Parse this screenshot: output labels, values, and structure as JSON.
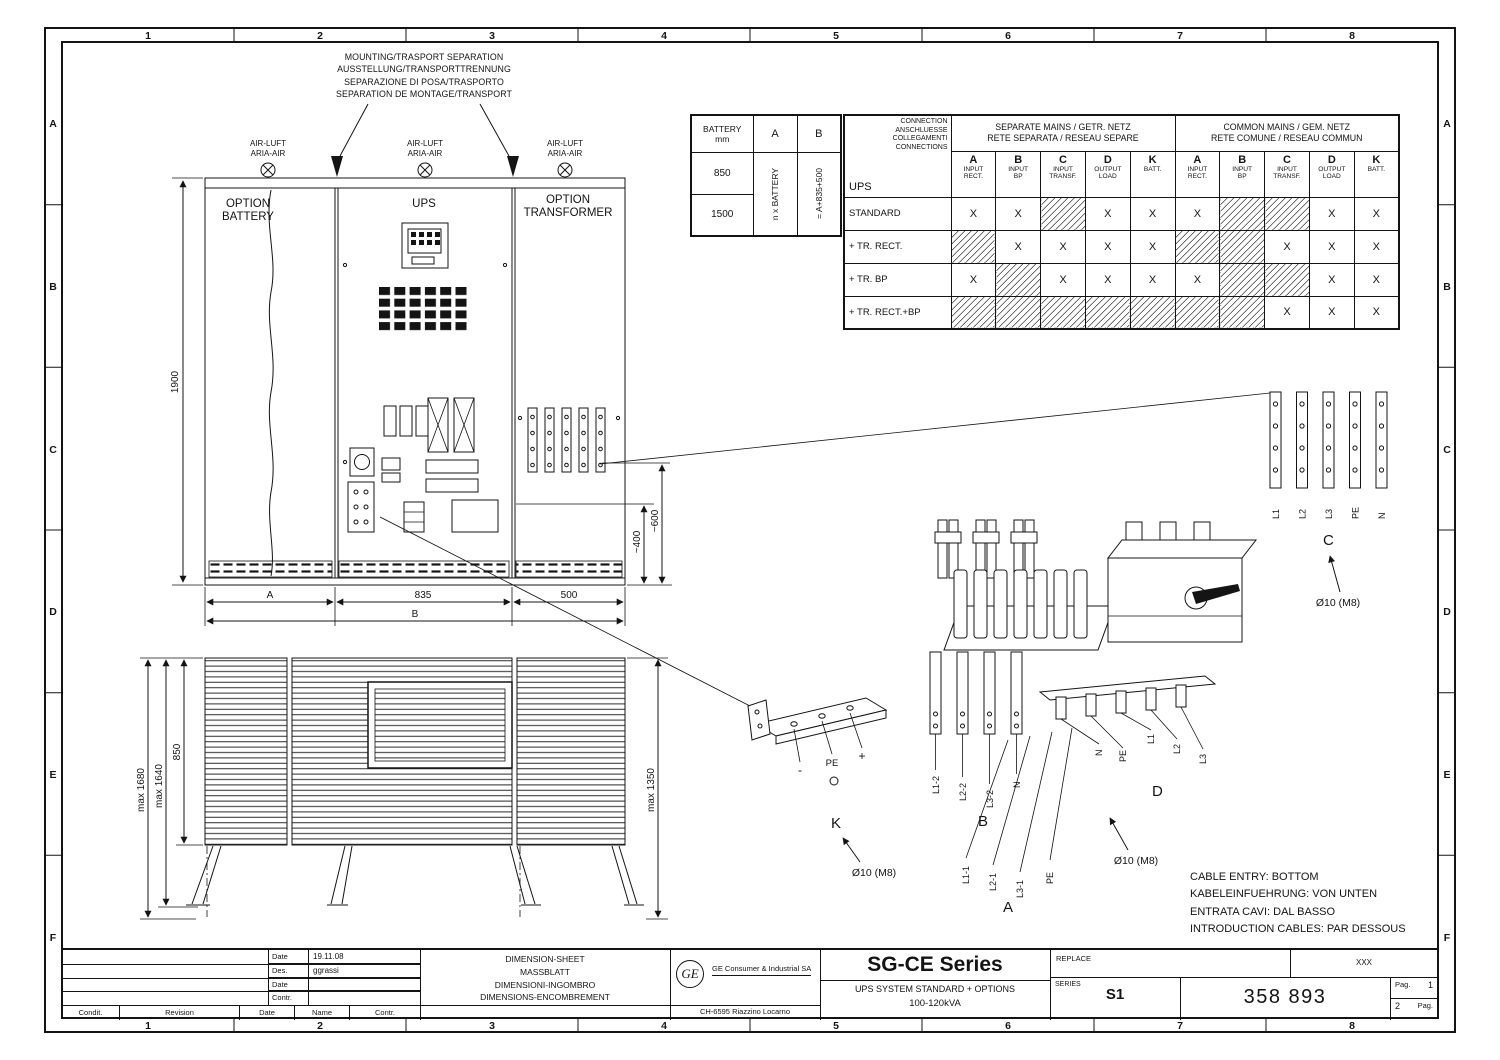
{
  "frame": {
    "cols": [
      "1",
      "2",
      "3",
      "4",
      "5",
      "6",
      "7",
      "8"
    ],
    "rows": [
      "A",
      "B",
      "C",
      "D",
      "E",
      "F"
    ]
  },
  "separation_note": {
    "line1": "MOUNTING/TRASPORT SEPARATION",
    "line2": "AUSSTELLUNG/TRANSPORTTRENNUNG",
    "line3": "SEPARAZIONE DI POSA/TRASPORTO",
    "line4": "SEPARATION DE MONTAGE/TRANSPORT"
  },
  "air": {
    "line1": "AIR-LUFT",
    "line2": "ARIA-AIR"
  },
  "front_view": {
    "battery_label_1": "OPTION",
    "battery_label_2": "BATTERY",
    "ups_label": "UPS",
    "transformer_label_1": "OPTION",
    "transformer_label_2": "TRANSFORMER",
    "dim_height": "1900",
    "dim_a": "A",
    "dim_835": "835",
    "dim_500": "500",
    "dim_b": "B",
    "dim_600": "~600",
    "dim_400": "~400"
  },
  "battery_table": {
    "title": "BATTERY",
    "unit": "mm",
    "col_a": "A",
    "col_b": "B",
    "row1": "850",
    "row2": "1500",
    "note_a": "n x BATTERY",
    "note_b": "= A+835+500"
  },
  "connection_table": {
    "corner": [
      "CONNECTION",
      "ANSCHLUESSE",
      "COLLEGAMENTI",
      "CONNECTIONS"
    ],
    "ups": "UPS",
    "separate_1": "SEPARATE MAINS / GETR. NETZ",
    "separate_2": "RETE SEPARATA / RESEAU SEPARE",
    "common_1": "COMMON MAINS / GEM. NETZ",
    "common_2": "RETE COMUNE / RESEAU COMMUN",
    "columns": [
      {
        "letter": "A",
        "sub1": "INPUT",
        "sub2": "RECT."
      },
      {
        "letter": "B",
        "sub1": "INPUT",
        "sub2": "BP"
      },
      {
        "letter": "C",
        "sub1": "INPUT",
        "sub2": "TRANSF."
      },
      {
        "letter": "D",
        "sub1": "OUTPUT",
        "sub2": "LOAD"
      },
      {
        "letter": "K",
        "sub1": "BATT.",
        "sub2": ""
      }
    ],
    "rows": [
      {
        "label": "STANDARD",
        "cells": [
          "X",
          "X",
          "H",
          "X",
          "X",
          "X",
          "H",
          "H",
          "X",
          "X"
        ]
      },
      {
        "label": "+ TR. RECT.",
        "cells": [
          "H",
          "X",
          "X",
          "X",
          "X",
          "H",
          "H",
          "X",
          "X",
          "X"
        ]
      },
      {
        "label": "+ TR. BP",
        "cells": [
          "X",
          "H",
          "X",
          "X",
          "X",
          "X",
          "H",
          "H",
          "X",
          "X"
        ]
      },
      {
        "label": "+ TR. RECT.+BP",
        "cells": [
          "H",
          "H",
          "H",
          "H",
          "H",
          "H",
          "H",
          "X",
          "X",
          "X"
        ]
      }
    ]
  },
  "details": {
    "c": {
      "bars": [
        "L1",
        "L2",
        "L3",
        "PE",
        "N"
      ],
      "letter": "C",
      "bolt": "Ø10 (M8)"
    },
    "b": {
      "bars": [
        "L1-2",
        "L2-2",
        "L3-2",
        "N"
      ],
      "letter": "B"
    },
    "d": {
      "labels": [
        "N",
        "PE",
        "L1",
        "L2",
        "L3"
      ],
      "letter": "D",
      "bolt": "Ø10 (M8)"
    },
    "a": {
      "bars": [
        "L1-1",
        "L2-1",
        "L3-1",
        "PE"
      ],
      "letter": "A"
    },
    "k": {
      "minus": "-",
      "pe": "PE",
      "plus": "+",
      "letter": "K",
      "bolt": "Ø10 (M8)"
    }
  },
  "bottom_view": {
    "dim_1680": "max 1680",
    "dim_1640": "max 1640",
    "dim_850": "850",
    "dim_1350": "max 1350"
  },
  "cable_entry": {
    "line1": "CABLE ENTRY: BOTTOM",
    "line2": "KABELEINFUEHRUNG: VON UNTEN",
    "line3": "ENTRATA CAVI: DAL BASSO",
    "line4": "INTRODUCTION CABLES: PAR DESSOUS"
  },
  "title_block": {
    "sheet_title": [
      "DIMENSION-SHEET",
      "MASSBLATT",
      "DIMENSIONI-INGOMBRO",
      "DIMENSIONS-ENCOMBREMENT"
    ],
    "rev_header": [
      "Condit.",
      "Revision",
      "Date",
      "Name",
      "Contr."
    ],
    "meta_rows": [
      {
        "label": "Date",
        "value": "19.11.08"
      },
      {
        "label": "Des.",
        "value": "ggrassi"
      },
      {
        "label": "Date",
        "value": ""
      },
      {
        "label": "Contr.",
        "value": ""
      }
    ],
    "logo": "GE",
    "company": "GE Consumer & Industrial SA",
    "address": "CH-6595 Riazzino   Locarno",
    "product": "SG-CE Series",
    "subtitle": "UPS SYSTEM STANDARD + OPTIONS",
    "power": "100-120kVA",
    "replace": "REPLACE",
    "xxx": "XXX",
    "series_label": "SERIES",
    "series_value": "S1",
    "doc_number": "358 893",
    "pag_label": "Pag.",
    "pag_value": "1",
    "pag2_value": "2",
    "pag2_label": "Pag."
  }
}
